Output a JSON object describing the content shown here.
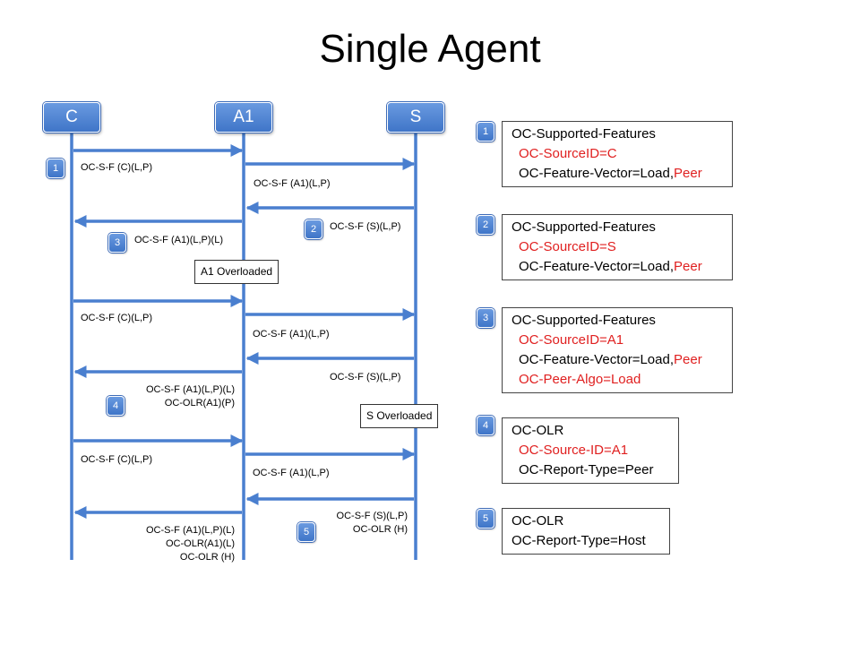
{
  "title": "Single Agent",
  "colors": {
    "accent": "#4a7fcf",
    "highlight": "#e02020"
  },
  "nodes": {
    "c": "C",
    "a1": "A1",
    "s": "S"
  },
  "flow_labels": {
    "m1": "OC-S-F (C)(L,P)",
    "m2": "OC-S-F (A1)(L,P)",
    "m3": "OC-S-F (S)(L,P)",
    "m4": "OC-S-F (A1)(L,P)(L)",
    "m5": "OC-S-F (C)(L,P)",
    "m6": "OC-S-F (A1)(L,P)",
    "m7": "OC-S-F (S)(L,P)",
    "m8a": "OC-S-F (A1)(L,P)(L)",
    "m8b": "OC-OLR(A1)(P)",
    "m9": "OC-S-F (C)(L,P)",
    "m10": "OC-S-F (A1)(L,P)",
    "m11a": "OC-S-F (S)(L,P)",
    "m11b": "OC-OLR (H)",
    "m12a": "OC-S-F (A1)(L,P)(L)",
    "m12b": "OC-OLR(A1)(L)",
    "m12c": "OC-OLR (H)"
  },
  "flow_badges": {
    "b1": "1",
    "b2": "2",
    "b3": "3",
    "b4": "4",
    "b5": "5"
  },
  "notes": {
    "a1_overloaded": "A1 Overloaded",
    "s_overloaded": "S Overloaded"
  },
  "legend": [
    {
      "num": "1",
      "head": "OC-Supported-Features",
      "l1": "OC-SourceID=C",
      "l2a": "OC-Feature-Vector=Load,",
      "l2b": "Peer"
    },
    {
      "num": "2",
      "head": "OC-Supported-Features",
      "l1": "OC-SourceID=S",
      "l2a": "OC-Feature-Vector=Load,",
      "l2b": "Peer"
    },
    {
      "num": "3",
      "head": "OC-Supported-Features",
      "l1": "OC-SourceID=A1",
      "l2a": "OC-Feature-Vector=Load,",
      "l2b": "Peer",
      "l3": "OC-Peer-Algo=Load"
    },
    {
      "num": "4",
      "head": "OC-OLR",
      "l1": "OC-Source-ID=A1",
      "l2": "OC-Report-Type=Peer"
    },
    {
      "num": "5",
      "head": "OC-OLR",
      "l1": "OC-Report-Type=Host"
    }
  ]
}
